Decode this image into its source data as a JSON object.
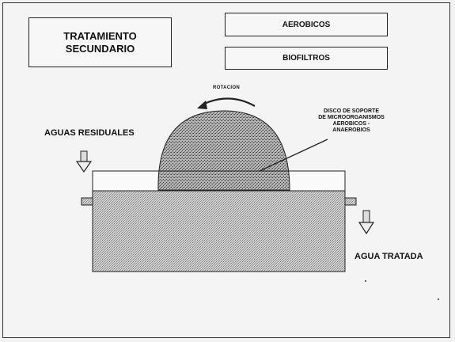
{
  "title": {
    "line1": "TRATAMIENTO",
    "line2": "SECUNDARIO"
  },
  "tags": {
    "aerobicos": "AEROBICOS",
    "biofiltros": "BIOFILTROS"
  },
  "labels": {
    "rotacion": "ROTACION",
    "aguas_residuales": "AGUAS RESIDUALES",
    "agua_tratada": "AGUA TRATADA",
    "disco": [
      "DISCO DE SOPORTE",
      "DE MICROORGANISMOS",
      "AEROBICOS -",
      "ANAEROBIOS"
    ]
  },
  "colors": {
    "line": "#222222",
    "fill_light": "#f7f7f7",
    "texture": "#8a8a8a"
  }
}
